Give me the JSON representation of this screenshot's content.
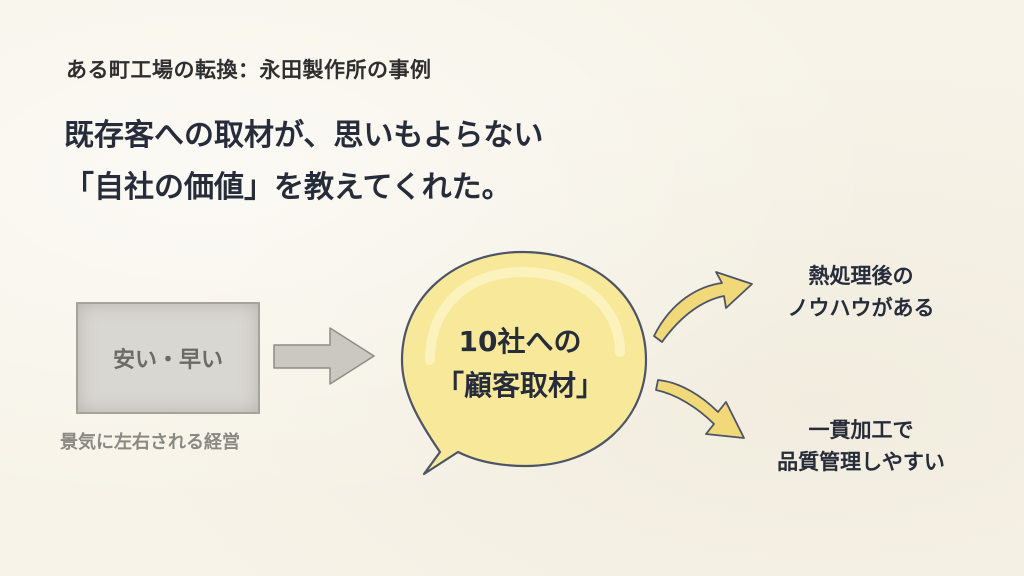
{
  "slide": {
    "label": "ある町工場の転換：永田製作所の事例",
    "headline": [
      "既存客への取材が、思いもよらない",
      "「自社の価値」を教えてくれた。"
    ]
  },
  "diagram": {
    "left_box": {
      "label": "安い・早い",
      "caption": "景気に左右される経営"
    },
    "center_bubble": {
      "lines": [
        "10社への",
        "「顧客取材」"
      ]
    },
    "outcomes": [
      {
        "lines": [
          "熱処理後の",
          "ノウハウがある"
        ]
      },
      {
        "lines": [
          "一貫加工で",
          "品質管理しやすい"
        ]
      }
    ]
  },
  "colors": {
    "bubble_fill": "#f8e89a",
    "bubble_outline": "#4c5466",
    "arrow_fill": "#f1d97a",
    "arrow_gray": "#c9c6bf",
    "box_gray": "#d9d7d2"
  }
}
